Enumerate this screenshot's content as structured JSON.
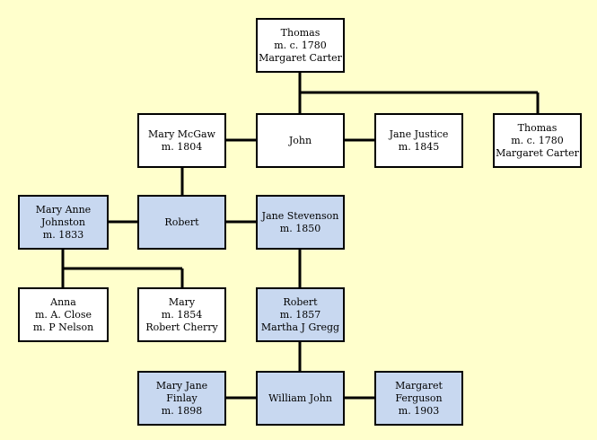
{
  "colors": {
    "background": "#ffffcc",
    "highlight": "#c8d8f0",
    "box": "#ffffff",
    "line": "#000000"
  },
  "people": {
    "thomas_top": [
      "Thomas",
      "m. c. 1780",
      "Margaret Carter"
    ],
    "mary_mcgaw": [
      "Mary McGaw",
      "m. 1804"
    ],
    "john": [
      "John"
    ],
    "jane_justice": [
      "Jane Justice",
      "m. 1845"
    ],
    "thomas_right": [
      "Thomas",
      "m. c. 1780",
      "Margaret Carter"
    ],
    "mary_anne_johnston": [
      "Mary Anne",
      "Johnston",
      "m. 1833"
    ],
    "robert_1": [
      "Robert"
    ],
    "jane_stevenson": [
      "Jane Stevenson",
      "m. 1850"
    ],
    "anna": [
      "Anna",
      "m. A. Close",
      "m. P Nelson"
    ],
    "mary": [
      "Mary",
      "m. 1854",
      "Robert Cherry"
    ],
    "robert_2": [
      "Robert",
      "m. 1857",
      "Martha J Gregg"
    ],
    "mary_jane_finlay": [
      "Mary Jane",
      "Finlay",
      "m. 1898"
    ],
    "william_john": [
      "William John"
    ],
    "margaret_ferguson": [
      "Margaret",
      "Ferguson",
      "m. 1903"
    ]
  }
}
